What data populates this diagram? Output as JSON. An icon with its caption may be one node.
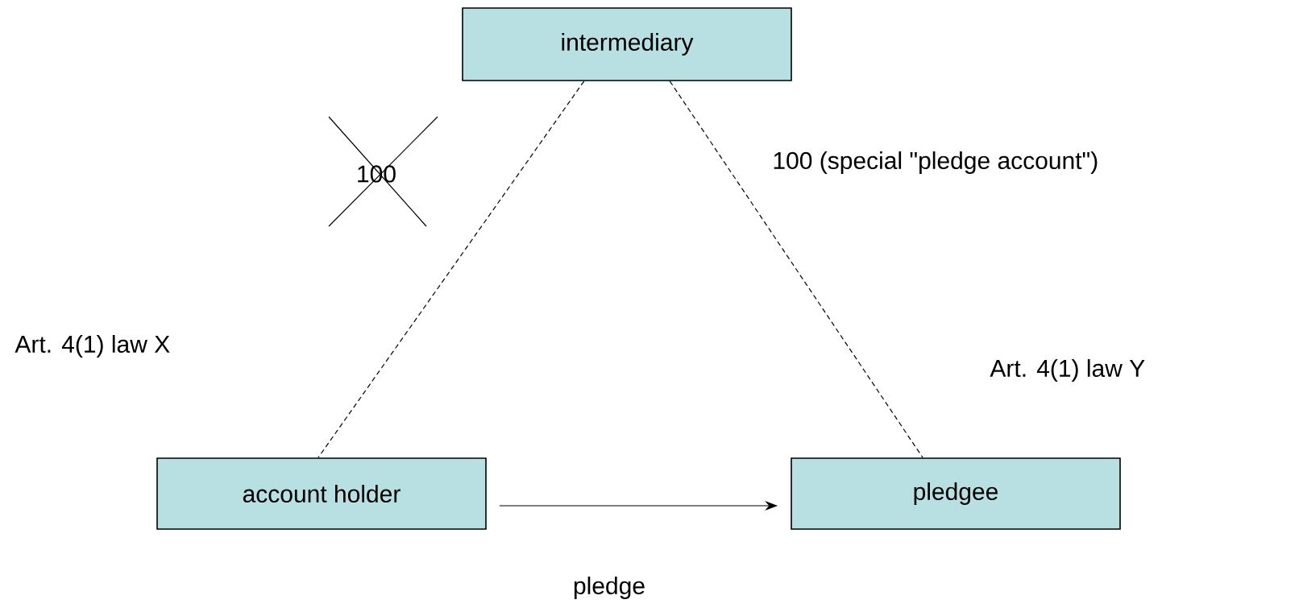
{
  "diagram": {
    "nodes": [
      {
        "text": [
          "intermediary"
        ]
      },
      {
        "text": [
          "account holder"
        ]
      },
      {
        "text": [
          "pledgee"
        ]
      }
    ],
    "edges": [
      {
        "from": 0,
        "to": 1,
        "arrow": "none",
        "style": "dashed"
      },
      {
        "from": 0,
        "to": 2,
        "arrow": "none",
        "style": "dashed"
      },
      {
        "from": 1,
        "to": 2,
        "arrow": "to",
        "label": "pledge"
      }
    ],
    "labels": [
      "100",
      "100 (special \"pledge account\")",
      "Art. 4(1) law X",
      "Art. 4(1) law Y"
    ]
  }
}
